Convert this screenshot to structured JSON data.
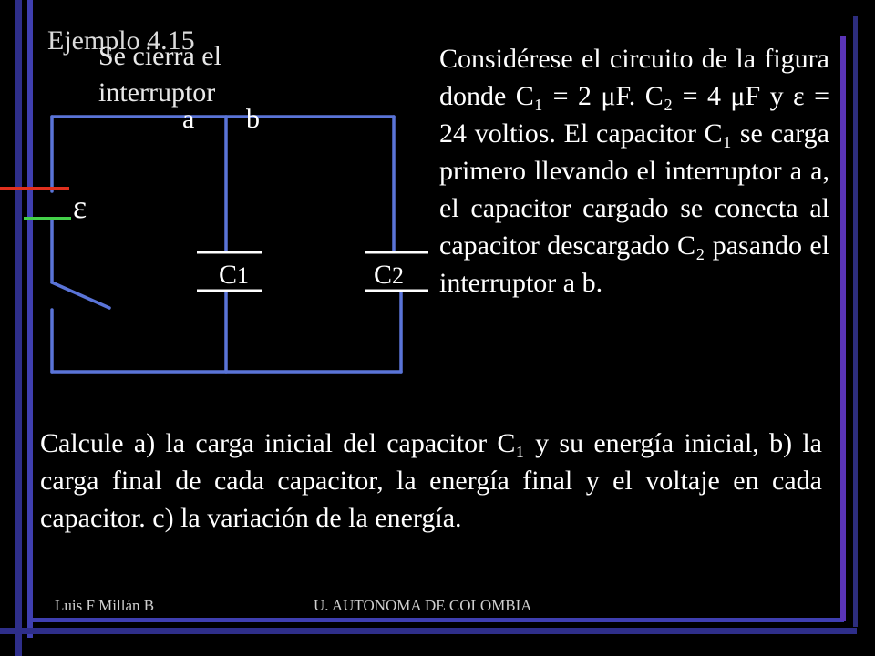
{
  "slide": {
    "title": "Ejemplo 4.15",
    "subtitle_line1": "Se cierra el",
    "subtitle_line2": "interruptor",
    "circuit": {
      "node_a": "a",
      "node_b": "b",
      "emf_symbol": "ε",
      "c1_label": "C",
      "c1_sub": "1",
      "c2_label": "C",
      "c2_sub": "2"
    },
    "paragraph1": "Considérese el circuito de la figura donde C₁ = 2 μF. C₂ = 4 μF y ε = 24 voltios. El capacitor C₁ se carga primero llevando el interruptor a a, el capacitor cargado se conecta al capacitor descargado C₂ pasando el interruptor a b.",
    "paragraph2": "Calcule a) la carga inicial del capacitor C₁ y su energía inicial, b) la carga final de cada capacitor, la energía final y el voltaje en cada capacitor. c) la variación de la energía.",
    "footer_author": "Luis F Millán B",
    "footer_institution": "U. AUTONOMA DE COLOMBIA"
  },
  "colors": {
    "background": "#000000",
    "frame_blue": "#3b3bb5",
    "frame_purple": "#6a2fb8",
    "circuit_blue": "#5a74d8",
    "battery_red": "#e0301e",
    "battery_green": "#44d04a",
    "plate_white": "#ffffff"
  }
}
